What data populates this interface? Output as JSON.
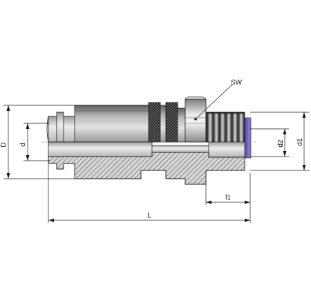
{
  "labels": {
    "D": "D",
    "d": "d",
    "SW": "SW",
    "d2": "d2",
    "d1": "d1",
    "l1": "l1",
    "L": "L"
  },
  "colors": {
    "line": "#1a1a1a",
    "metal_dark": "#6e6e6e",
    "metal_mid": "#a9a9a9",
    "metal_light": "#e6e6e6",
    "hatch": "#3a3a3a",
    "thread_tint": "#7a78c9",
    "background": "#ffffff"
  },
  "icons": {
    "drawing": "quick-coupling-technical-drawing-icon"
  }
}
